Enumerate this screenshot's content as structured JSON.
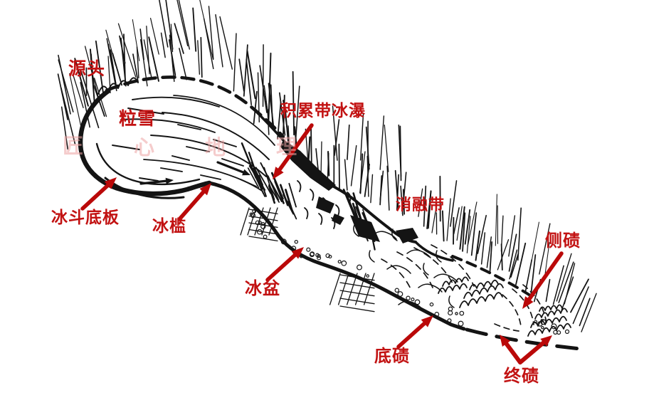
{
  "labels": {
    "yuantou": "源头",
    "lixue": "粒雪",
    "jileidai_bingpu": "积累带冰瀑",
    "bingdou_diban": "冰斗底板",
    "bingkan": "冰槛",
    "bingpen": "冰盆",
    "xiaorongdai": "消融带",
    "ceqi": "侧碛",
    "diqi": "底碛",
    "zhongqi": "终碛"
  },
  "watermark": {
    "chars": [
      "匠",
      "心",
      "地",
      "理"
    ]
  },
  "colors": {
    "ink": "#141414",
    "label_red": "#c21212",
    "arrow_red": "#ba0909",
    "watermark_pink": "#eda4a4"
  }
}
